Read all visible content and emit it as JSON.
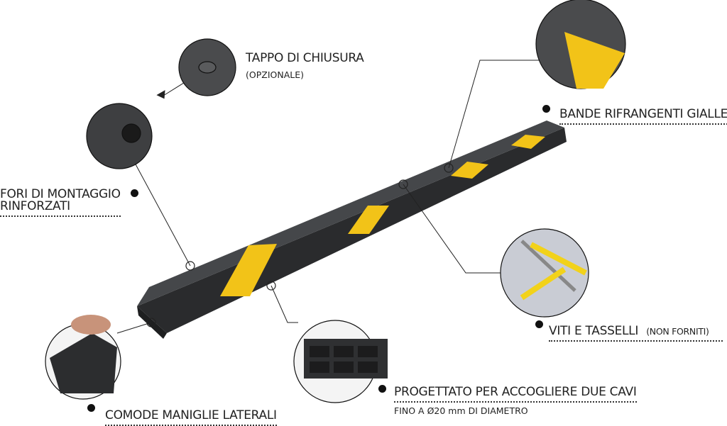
{
  "labels": {
    "tappo_title": "TAPPO DI CHIUSURA",
    "tappo_note": "(OPZIONALE)",
    "fori_line1": "FORI DI MONTAGGIO",
    "fori_line2": "RINFORZATI",
    "bande": "BANDE RIFRANGENTI GIALLE",
    "viti": "VITI E TASSELLI",
    "viti_note": "(NON FORNITI)",
    "progettato": "PROGETTATO PER ACCOGLIERE DUE CAVI",
    "progettato_note": "FINO A Ø20 mm DI DIAMETRO",
    "maniglie": "COMODE MANIGLIE LATERALI"
  },
  "colors": {
    "rubber": "#3a3b3d",
    "reflective": "#f2c318",
    "line": "#222222"
  }
}
